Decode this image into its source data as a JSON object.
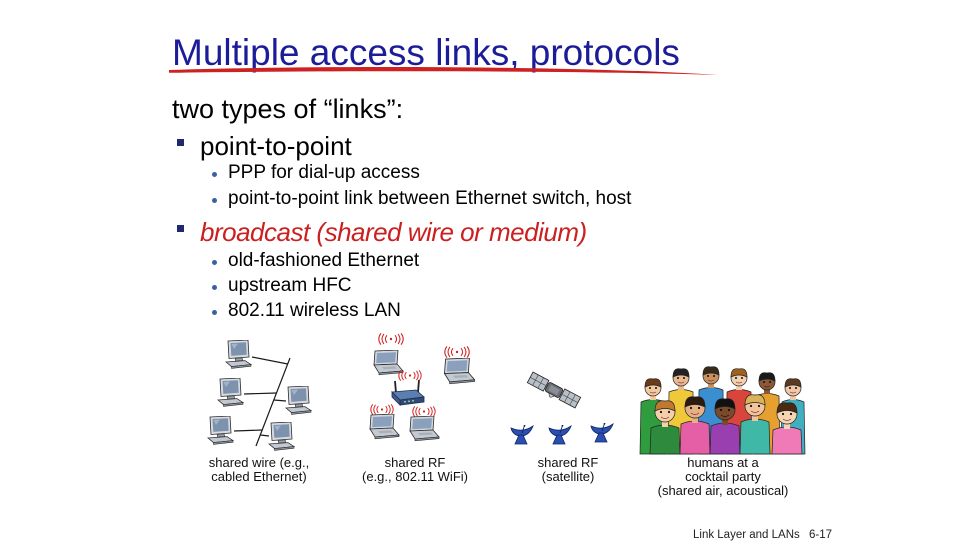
{
  "slide": {
    "title": "Multiple access links, protocols",
    "intro": "two types of “links”:",
    "bullets": [
      {
        "label": "point-to-point",
        "sub": [
          "PPP for dial-up access",
          "point-to-point link between Ethernet switch, host"
        ]
      },
      {
        "label": "broadcast (shared wire or medium)",
        "sub": [
          "old-fashioned Ethernet",
          "upstream HFC",
          "802.11 wireless LAN"
        ]
      }
    ],
    "figures": [
      {
        "icon": "ethernet-bus-computers",
        "caption": [
          "shared wire (e.g.,",
          "cabled Ethernet)"
        ]
      },
      {
        "icon": "wifi-router-laptops",
        "caption": [
          "shared RF",
          "(e.g., 802.11 WiFi)"
        ]
      },
      {
        "icon": "satellite-dishes",
        "caption": [
          "shared RF",
          "(satellite)"
        ]
      },
      {
        "icon": "cocktail-party-crowd",
        "caption": [
          "humans at a",
          "cocktail party",
          "(shared air, acoustical)"
        ]
      }
    ],
    "footer": {
      "chapter": "Link Layer and LANs",
      "page": "6-17"
    }
  },
  "colors": {
    "title": "#1c1c99",
    "underline": "#cc2222",
    "broadcast": "#cc1f1f",
    "bullet": "#1f2870",
    "sub_bullet": "#3c5fa6",
    "wifi_waves": "#d11f1f"
  }
}
